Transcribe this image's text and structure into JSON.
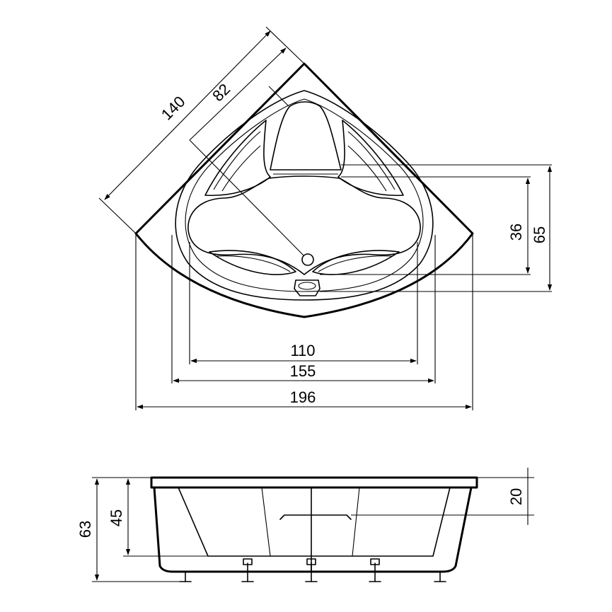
{
  "plan_view": {
    "dim_diag_outer": "140",
    "dim_diag_inner": "82",
    "dim_right_inner": "36",
    "dim_right_outer": "65",
    "dim_width_basin": "110",
    "dim_width_inner": "155",
    "dim_width_overall": "196"
  },
  "side_view": {
    "dim_total_height": "63",
    "dim_basin_depth": "45",
    "dim_rim": "20"
  },
  "colors": {
    "line": "#000000",
    "background": "#ffffff"
  }
}
